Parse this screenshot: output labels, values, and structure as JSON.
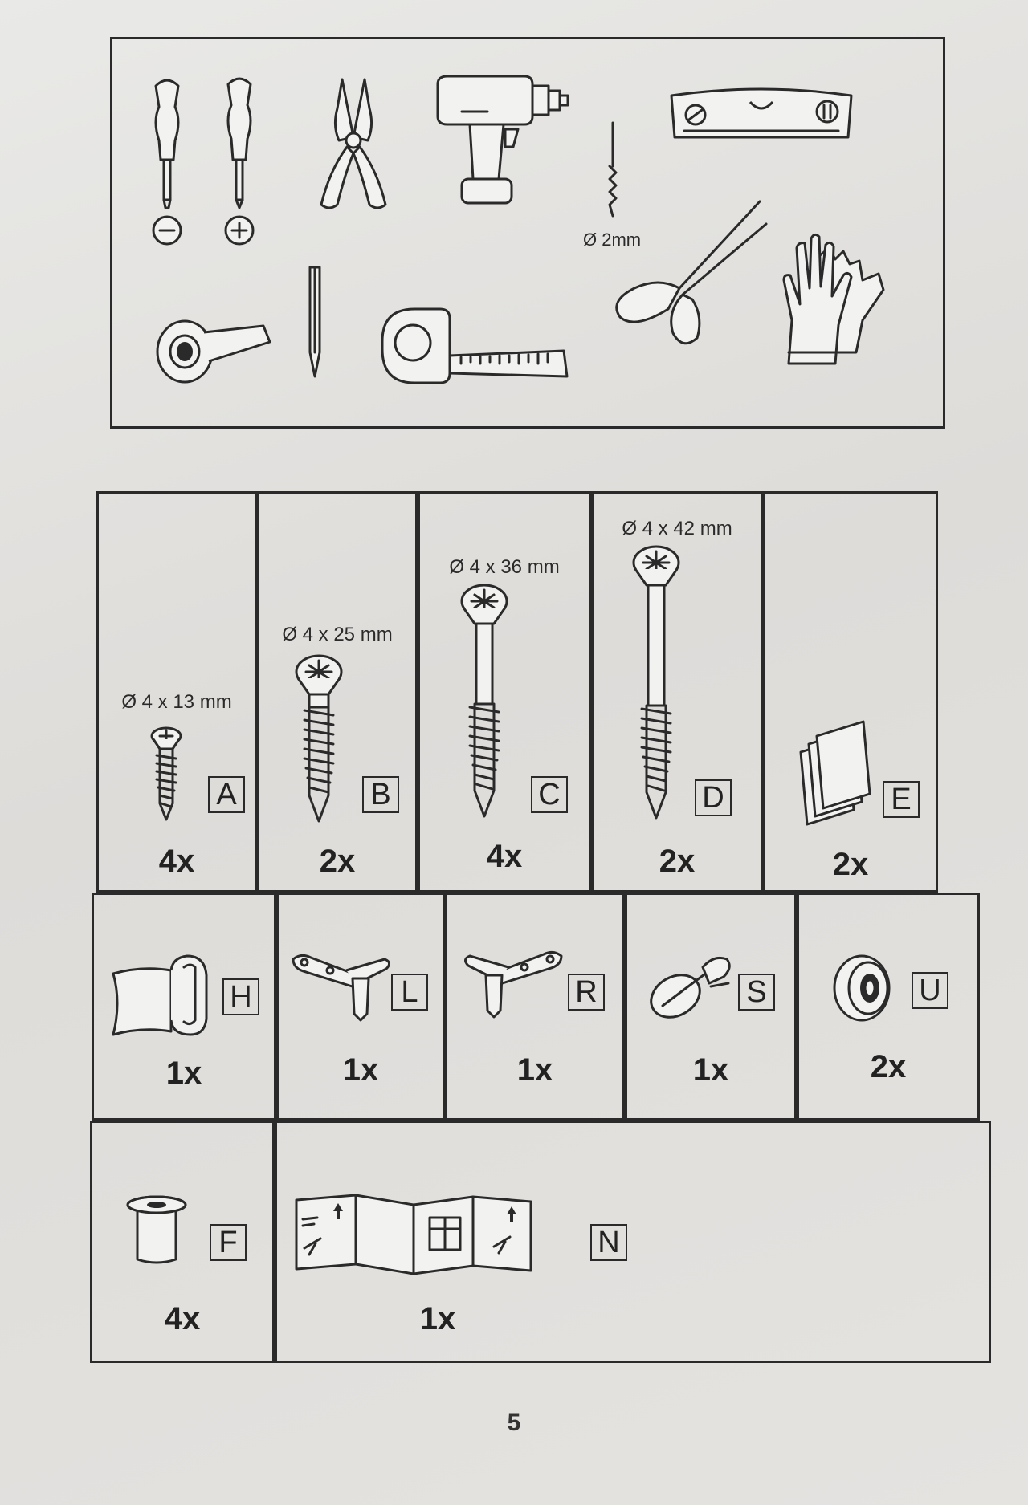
{
  "tools": {
    "drill_bit_label": "Ø 2mm",
    "items": [
      {
        "icon": "flathead-screwdriver-icon"
      },
      {
        "icon": "phillips-screwdriver-icon"
      },
      {
        "icon": "pliers-icon"
      },
      {
        "icon": "cordless-drill-icon"
      },
      {
        "icon": "drill-bit-icon"
      },
      {
        "icon": "spirit-level-icon"
      },
      {
        "icon": "scissors-icon"
      },
      {
        "icon": "gloves-icon"
      },
      {
        "icon": "adhesive-tape-icon"
      },
      {
        "icon": "pencil-icon"
      },
      {
        "icon": "tape-measure-icon"
      }
    ]
  },
  "parts": [
    {
      "id": "A",
      "spec": "Ø 4 x 13 mm",
      "qty": "4x",
      "icon": "screw-icon"
    },
    {
      "id": "B",
      "spec": "Ø 4 x 25 mm",
      "qty": "2x",
      "icon": "screw-icon"
    },
    {
      "id": "C",
      "spec": "Ø 4 x 36 mm",
      "qty": "4x",
      "icon": "screw-icon"
    },
    {
      "id": "D",
      "spec": "Ø 4 x 42 mm",
      "qty": "2x",
      "icon": "screw-icon"
    },
    {
      "id": "E",
      "spec": "",
      "qty": "2x",
      "icon": "pad-pair-icon"
    },
    {
      "id": "H",
      "qty": "1x",
      "icon": "tape-strip-icon"
    },
    {
      "id": "L",
      "qty": "1x",
      "icon": "left-bracket-icon"
    },
    {
      "id": "R",
      "qty": "1x",
      "icon": "right-bracket-icon"
    },
    {
      "id": "S",
      "qty": "1x",
      "icon": "clip-icon"
    },
    {
      "id": "U",
      "qty": "2x",
      "icon": "bumper-icon"
    },
    {
      "id": "F",
      "qty": "4x",
      "icon": "sleeve-icon"
    },
    {
      "id": "N",
      "qty": "1x",
      "icon": "template-sheet-icon"
    }
  ],
  "page_number": "5"
}
